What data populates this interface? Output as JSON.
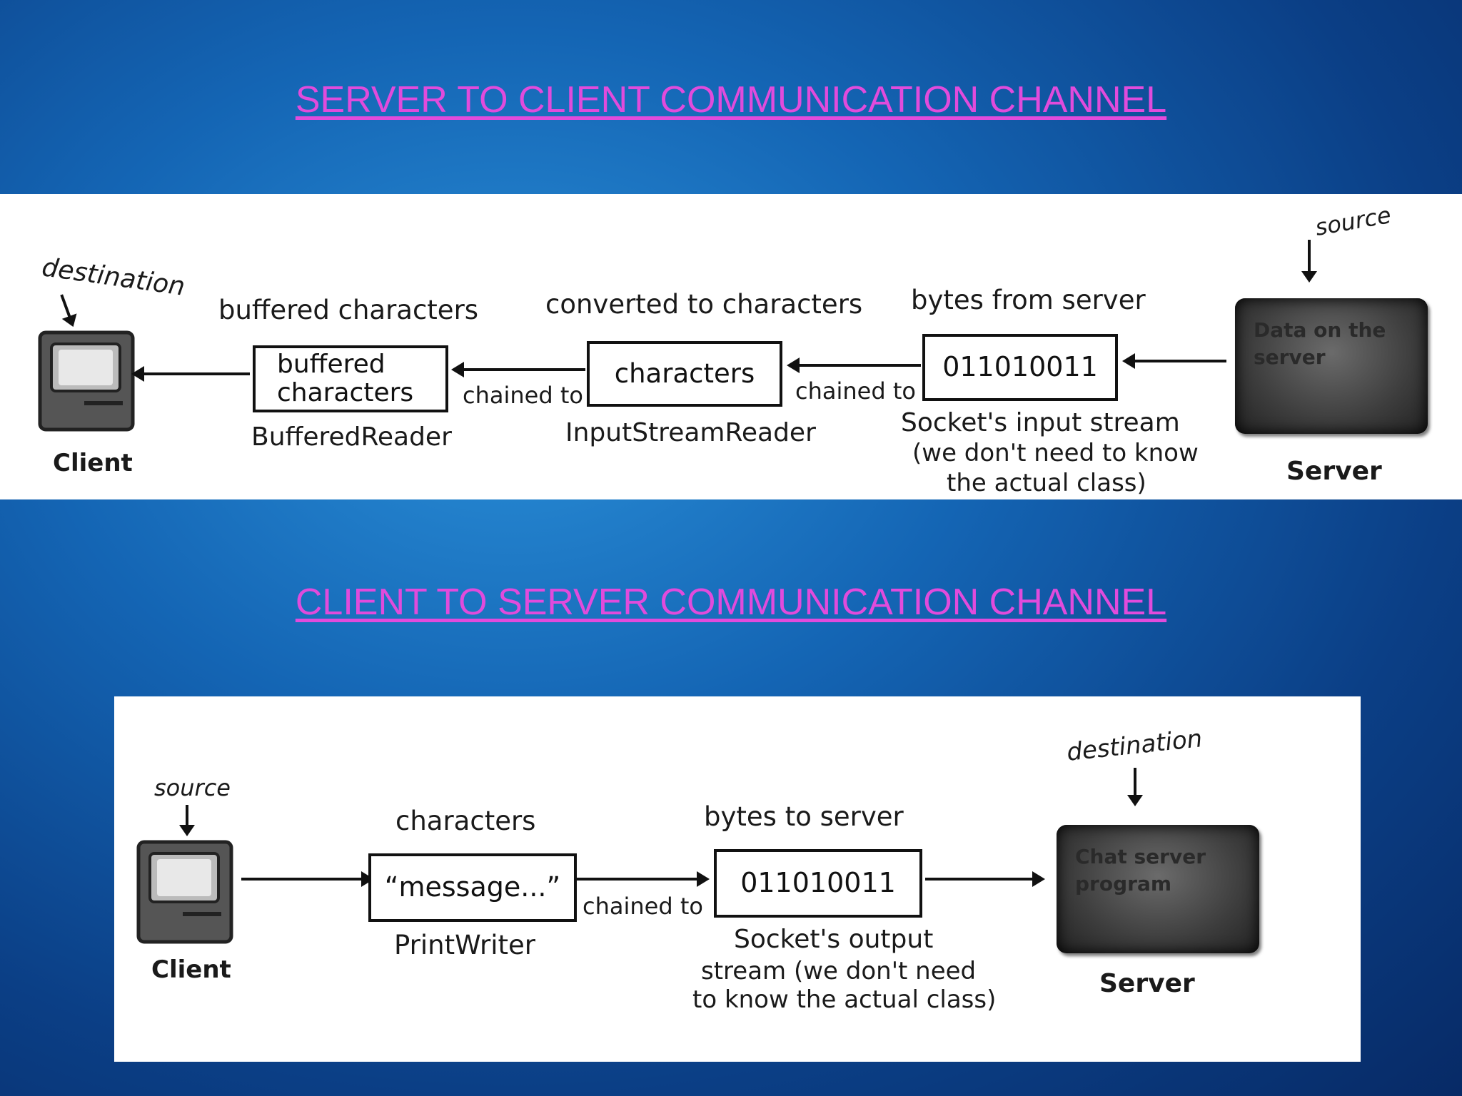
{
  "titles": {
    "server_to_client": "SERVER TO CLIENT COMMUNICATION CHANNEL",
    "client_to_server": "CLIENT TO SERVER COMMUNICATION CHANNEL"
  },
  "diagram1": {
    "destination": "destination",
    "client": "Client",
    "buffered_label": "buffered characters",
    "buffered_box_l1": "buffered",
    "buffered_box_l2": "characters",
    "buffered_reader": "BufferedReader",
    "chained_to_1": "chained to",
    "converted_label": "converted to characters",
    "characters_box": "characters",
    "input_stream_reader": "InputStreamReader",
    "chained_to_2": "chained to",
    "bytes_label": "bytes from server",
    "bytes_box": "011010011",
    "socket_l1": "Socket's input stream",
    "socket_l2": "(we don't need to know",
    "socket_l3": "the actual class)",
    "source": "source",
    "server_text_l1": "Data on the",
    "server_text_l2": "server",
    "server": "Server"
  },
  "diagram2": {
    "source": "source",
    "client": "Client",
    "characters_label": "characters",
    "message_box": "“message...”",
    "print_writer": "PrintWriter",
    "chained_to": "chained to",
    "bytes_label": "bytes to server",
    "bytes_box": "011010011",
    "socket_l1": "Socket's output",
    "socket_l2": "stream (we don't need",
    "socket_l3": "to know the actual class)",
    "destination": "destination",
    "server_text_l1": "Chat server",
    "server_text_l2": "program",
    "server": "Server"
  },
  "colors": {
    "title": "#e14bdc",
    "background": "#1465b4"
  }
}
